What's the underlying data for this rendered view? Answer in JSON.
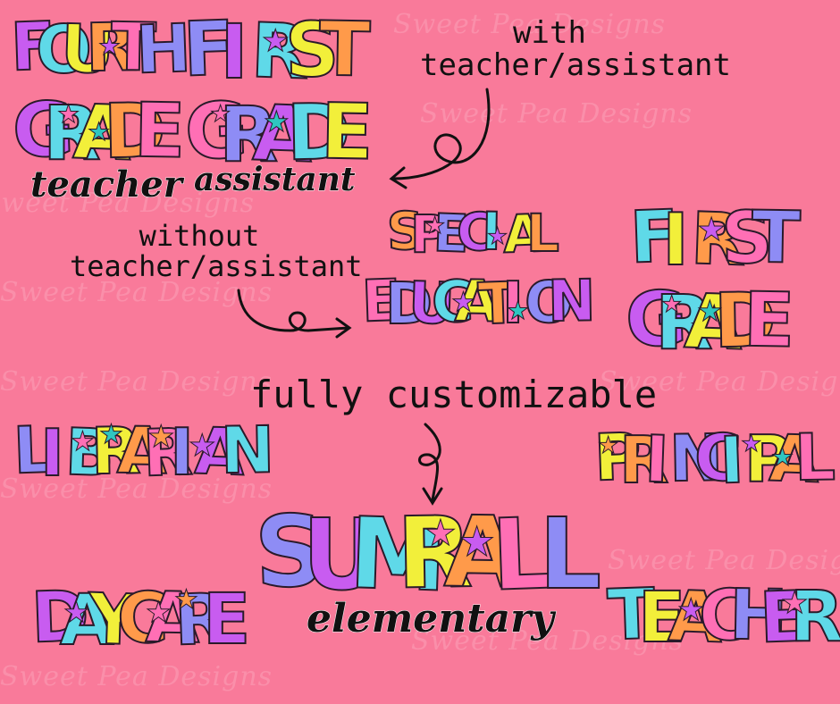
{
  "watermark": {
    "text": "Sweet Pea Designs"
  },
  "designs": {
    "fourth_grade_teacher": {
      "line1": "FOURTH",
      "line2": "GRADE",
      "script": "teacher"
    },
    "first_grade_assistant": {
      "line1": "FIRST",
      "line2": "GRADE",
      "script": "assistant"
    },
    "special_education": {
      "line1": "SPECIAL",
      "line2": "EDUCATION"
    },
    "first_grade": {
      "line1": "FIRST",
      "line2": "GRADE"
    },
    "librarian": {
      "line1": "LIBRARIAN"
    },
    "principal": {
      "line1": "PRINCIPAL"
    },
    "sumrall_elementary": {
      "line1": "SUMRALL",
      "script": "elementary"
    },
    "daycare": {
      "line1": "DAYCARE"
    },
    "teacher": {
      "line1": "TEACHER"
    }
  },
  "annotations": {
    "with_line1": "with",
    "with_line2": "teacher/assistant",
    "without_line1": "without",
    "without_line2": "teacher/assistant",
    "fully_customizable": "fully customizable"
  },
  "colors": {
    "background": "#f97a9a",
    "palette": [
      "#c85cf0",
      "#5fd9e8",
      "#f2ef3a",
      "#ff9a4a",
      "#ff6fb5",
      "#8e8cf5"
    ],
    "star_colors": [
      "#c85cf0",
      "#2fc6c0",
      "#ff6fb5",
      "#ff9a4a"
    ],
    "outline": "#2a1a2a"
  }
}
